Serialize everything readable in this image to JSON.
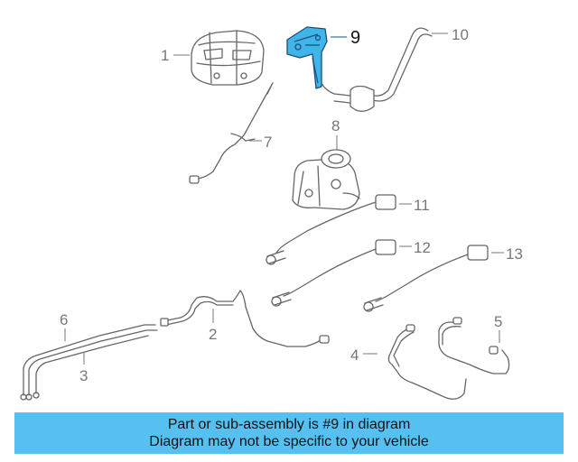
{
  "callouts": [
    {
      "id": "1",
      "label": "1"
    },
    {
      "id": "2",
      "label": "2"
    },
    {
      "id": "3",
      "label": "3"
    },
    {
      "id": "4",
      "label": "4"
    },
    {
      "id": "5",
      "label": "5"
    },
    {
      "id": "6",
      "label": "6"
    },
    {
      "id": "7",
      "label": "7"
    },
    {
      "id": "8",
      "label": "8"
    },
    {
      "id": "9",
      "label": "9"
    },
    {
      "id": "10",
      "label": "10"
    },
    {
      "id": "11",
      "label": "11"
    },
    {
      "id": "12",
      "label": "12"
    },
    {
      "id": "13",
      "label": "13"
    }
  ],
  "highlighted_part": "9",
  "colors": {
    "highlight": "#3fb5ea",
    "banner": "#56c1f1",
    "line": "#666666"
  },
  "banner": {
    "line1": "Part or sub-assembly is #9 in diagram",
    "line2": "Diagram may not be specific to your vehicle"
  }
}
